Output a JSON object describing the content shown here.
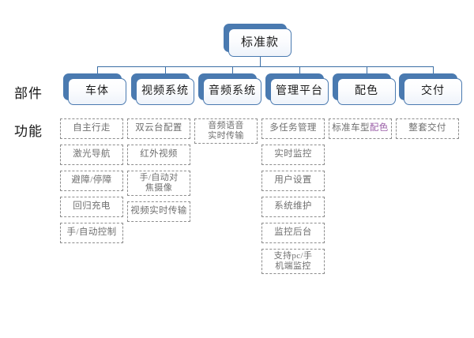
{
  "meta": {
    "title": "标准款 产品部件与功能结构图",
    "colors": {
      "node_border": "#4a7ab0",
      "node_shadow": "#4a7ab0",
      "connector": "#3b6ea5",
      "dashed_border": "#8d8d8d",
      "dashed_text": "#6f6f6f",
      "label_text": "#171717",
      "accent_text": "#9b5fa8",
      "background": "#ffffff"
    }
  },
  "row_labels": [
    {
      "id": "parts",
      "label": "部件"
    },
    {
      "id": "functions",
      "label": "功能"
    }
  ],
  "root": {
    "label": "标准款"
  },
  "columns": [
    {
      "id": "vehicle-body",
      "header": "车体",
      "functions": [
        {
          "lines": [
            "自主行走"
          ]
        },
        {
          "lines": [
            "激光导航"
          ]
        },
        {
          "lines": [
            "避障/停障"
          ]
        },
        {
          "lines": [
            "回归充电"
          ]
        },
        {
          "lines": [
            "手/自动控制"
          ]
        }
      ]
    },
    {
      "id": "video-system",
      "header": "视频系统",
      "functions": [
        {
          "lines": [
            "双云台配置"
          ]
        },
        {
          "lines": [
            "红外视频"
          ]
        },
        {
          "lines": [
            "手/自动对",
            "焦摄像"
          ]
        },
        {
          "lines": [
            "视频实时传输"
          ]
        }
      ]
    },
    {
      "id": "audio-system",
      "header": "音频系统",
      "functions": [
        {
          "lines": [
            "音频语音",
            "实时传输"
          ]
        }
      ]
    },
    {
      "id": "management-platform",
      "header": "管理平台",
      "functions": [
        {
          "lines": [
            "多任务管理"
          ]
        },
        {
          "lines": [
            "实时监控"
          ]
        },
        {
          "lines": [
            "用户设置"
          ]
        },
        {
          "lines": [
            "系统维护"
          ]
        },
        {
          "lines": [
            "监控后台"
          ]
        },
        {
          "lines": [
            "支持pc/手",
            "机端监控"
          ]
        }
      ]
    },
    {
      "id": "color-scheme",
      "header": "配色",
      "functions": [
        {
          "lines": [
            "标准车型配色"
          ],
          "accent_tail": "配色"
        }
      ]
    },
    {
      "id": "delivery",
      "header": "交付",
      "functions": [
        {
          "lines": [
            "整套交付"
          ]
        }
      ]
    }
  ]
}
